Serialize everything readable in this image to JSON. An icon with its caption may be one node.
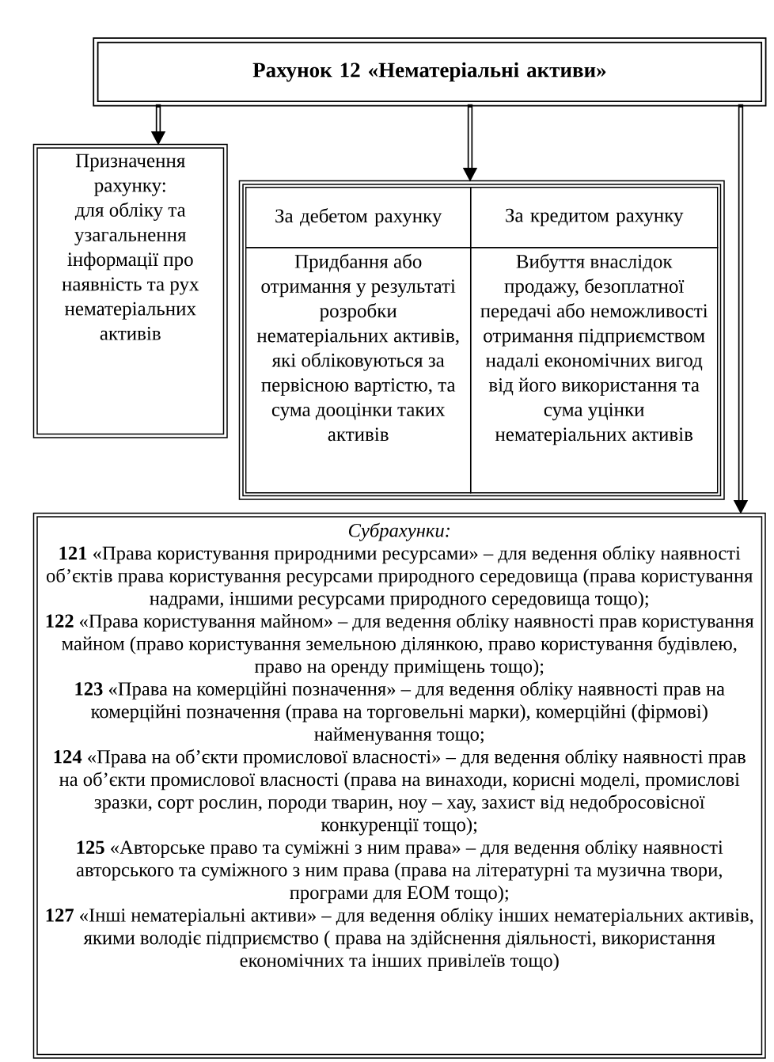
{
  "diagram": {
    "nodes": [
      {
        "text": [
          "Рахунок 12 «Нематеріальні активи»"
        ]
      },
      {
        "text": [
          "Призначення рахунку:",
          "для обліку та узагальнення інформації про наявність та рух нематеріальних активів"
        ]
      },
      {
        "text": [],
        "shape": "box"
      },
      {
        "text": [
          "За дебетом рахунку",
          "Придбання або отримання у результаті розробки нематеріальних активів, які обліковуються за первісною вартістю, та сума дооцінки таких активів"
        ],
        "in": 2
      },
      {
        "text": [
          "За кредитом рахунку",
          "Вибуття внаслідок продажу, безоплатної передачі або неможливості отримання підприємством надалі економічних вигод від його використання та сума уцінки нематеріальних активів"
        ],
        "in": 2
      },
      {
        "text": [
          "Субрахунки:",
          "**121** «Права користування природними ресурсами» – для ведення обліку наявності об’єктів права користування ресурсами природного середовища (права користування надрами, іншими ресурсами природного середовища тощо);",
          "**122** «Права користування майном» – для ведення обліку наявності прав користування майном (право користування земельною ділянкою, право користування будівлею, право на оренду приміщень тощо);",
          "**123** «Права на комерційні позначення» – для ведення обліку наявності прав на комерційні позначення (права на торговельні марки), комерційні (фірмові) найменування тощо;",
          "**124** «Права на об’єкти промислової власності» – для ведення обліку наявності прав на об’єкти промислової власності (права на винаходи, корисні моделі, промислові зразки, сорт рослин, породи тварин, ноу – хау, захист від недобросовісної конкуренції тощо);",
          "**125** «Авторське право та суміжні з ним права» – для ведення обліку наявності авторського та суміжного з ним права (права на літературні та музична твори, програми для ЕОМ тощо);",
          "**127** «Інші нематеріальні активи» – для ведення обліку інших нематеріальних активів, якими володіє підприємство ( права на здійснення діяльності, використання економічних та інших привілеїв тощо)"
        ]
      }
    ],
    "edges": [
      {
        "from": 0,
        "to": 1,
        "arrow": "to"
      },
      {
        "from": 0,
        "to": 2,
        "arrow": "to"
      },
      {
        "from": 0,
        "to": 5,
        "arrow": "to"
      }
    ]
  }
}
